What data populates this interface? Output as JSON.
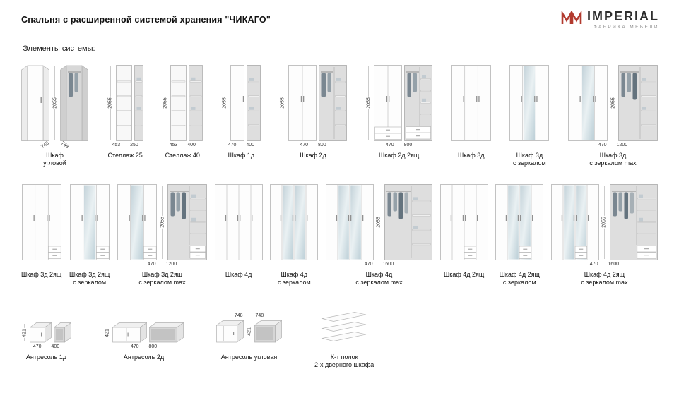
{
  "header": {
    "title": "Спальня с расширенной системой хранения \"ЧИКАГО\"",
    "brand": "IMPERIAL",
    "brand_tagline": "ФАБРИКА МЕБЕЛИ",
    "brand_color": "#b23a2f"
  },
  "section_title": "Элементы системы:",
  "rows": [
    {
      "name": "elements-row-1",
      "items": [
        {
          "label_lines": [
            "Шкаф",
            "угловой"
          ],
          "hpos": "mid",
          "dims": {
            "h": "2055",
            "bottom": [
              "748",
              "748"
            ],
            "bottom_rotated": true
          },
          "views": [
            {
              "kind": "corner",
              "open": false
            },
            {
              "kind": "corner",
              "open": true
            }
          ]
        },
        {
          "label_lines": [
            "Стеллаж 25"
          ],
          "hpos": "left",
          "dims": {
            "h": "2055",
            "bottom": [
              "453",
              "250"
            ]
          },
          "views": [
            {
              "kind": "shelfunit",
              "w": 23,
              "light": true
            },
            {
              "kind": "shelfunit",
              "w": 13
            }
          ]
        },
        {
          "label_lines": [
            "Стеллаж 40"
          ],
          "hpos": "left",
          "dims": {
            "h": "2055",
            "bottom": [
              "453",
              "400"
            ]
          },
          "views": [
            {
              "kind": "shelfunit",
              "w": 23,
              "light": true
            },
            {
              "kind": "shelfunit",
              "w": 20
            }
          ]
        },
        {
          "label_lines": [
            "Шкаф 1д"
          ],
          "hpos": "left",
          "dims": {
            "h": "2055",
            "bottom": [
              "470",
              "400"
            ]
          },
          "views": [
            {
              "kind": "closed",
              "w": 20,
              "doors": 1
            },
            {
              "kind": "open",
              "w": 20
            }
          ]
        },
        {
          "label_lines": [
            "Шкаф 2д"
          ],
          "hpos": "left",
          "dims": {
            "h": "2055",
            "bottom": [
              "470",
              "800"
            ]
          },
          "views": [
            {
              "kind": "closed",
              "w": 40,
              "doors": 2
            },
            {
              "kind": "open",
              "w": 40,
              "clothes": true
            }
          ]
        },
        {
          "label_lines": [
            "Шкаф 2д 2ящ"
          ],
          "hpos": "left",
          "dims": {
            "h": "2055",
            "bottom": [
              "470",
              "800"
            ]
          },
          "views": [
            {
              "kind": "closed",
              "w": 40,
              "doors": 2,
              "drawers": [
                0.04,
                0.96
              ]
            },
            {
              "kind": "open",
              "w": 40,
              "clothes": true,
              "drawers": [
                0.06,
                0.94
              ]
            }
          ]
        },
        {
          "label_lines": [
            "Шкаф 3д"
          ],
          "views": [
            {
              "kind": "closed",
              "w": 56,
              "doors": 3
            }
          ]
        },
        {
          "label_lines": [
            "Шкаф 3д",
            "с зеркалом"
          ],
          "views": [
            {
              "kind": "closed",
              "w": 56,
              "doors": 3,
              "mirrors": [
                2
              ]
            }
          ]
        },
        {
          "label_lines": [
            "Шкаф 3д",
            "с зеркалом max"
          ],
          "hpos": "mid",
          "dims": {
            "h": "2055",
            "bottom": [
              "470",
              "1200"
            ]
          },
          "views": [
            {
              "kind": "closed",
              "w": 56,
              "doors": 3,
              "mirrors": [
                2
              ]
            },
            {
              "kind": "open",
              "w": 56,
              "clothes": true
            }
          ]
        }
      ]
    },
    {
      "name": "elements-row-2",
      "items": [
        {
          "label_lines": [
            "Шкаф 3д 2ящ"
          ],
          "views": [
            {
              "kind": "closed",
              "w": 56,
              "doors": 3,
              "drawers": [
                0.667,
                0.985
              ]
            }
          ]
        },
        {
          "label_lines": [
            "Шкаф 3д 2ящ",
            "с зеркалом"
          ],
          "views": [
            {
              "kind": "closed",
              "w": 56,
              "doors": 3,
              "mirrors": [
                2
              ],
              "drawers": [
                0.667,
                0.985
              ]
            }
          ]
        },
        {
          "label_lines": [
            "Шкаф 3д 2ящ",
            "с зеркалом max"
          ],
          "hpos": "mid",
          "dims": {
            "h": "2055",
            "bottom": [
              "470",
              "1200"
            ]
          },
          "views": [
            {
              "kind": "closed",
              "w": 56,
              "doors": 3,
              "mirrors": [
                2
              ],
              "drawers": [
                0.667,
                0.985
              ]
            },
            {
              "kind": "open",
              "w": 56,
              "clothes": true,
              "drawers": [
                0.57,
                0.96
              ]
            }
          ]
        },
        {
          "label_lines": [
            "Шкаф 4д"
          ],
          "views": [
            {
              "kind": "closed",
              "w": 68,
              "doors": 4
            }
          ]
        },
        {
          "label_lines": [
            "Шкаф 4д",
            "с зеркалом"
          ],
          "views": [
            {
              "kind": "closed",
              "w": 68,
              "doors": 4,
              "mirrors": [
                2,
                3
              ]
            }
          ]
        },
        {
          "label_lines": [
            "Шкаф 4д",
            "с зеркалом max"
          ],
          "hpos": "mid",
          "dims": {
            "h": "2055",
            "bottom": [
              "470",
              "1600"
            ]
          },
          "views": [
            {
              "kind": "closed",
              "w": 68,
              "doors": 4,
              "mirrors": [
                2,
                3
              ]
            },
            {
              "kind": "open",
              "w": 68,
              "clothes": true
            }
          ]
        },
        {
          "label_lines": [
            "Шкаф 4д 2ящ"
          ],
          "views": [
            {
              "kind": "closed",
              "w": 68,
              "doors": 4,
              "drawers": [
                0.5,
                0.745
              ]
            }
          ]
        },
        {
          "label_lines": [
            "Шкаф 4д 2ящ",
            "с зеркалом"
          ],
          "views": [
            {
              "kind": "closed",
              "w": 68,
              "doors": 4,
              "mirrors": [
                2,
                3
              ],
              "drawers": [
                0.5,
                0.745
              ]
            }
          ]
        },
        {
          "label_lines": [
            "Шкаф 4д 2ящ",
            "с зеркалом max"
          ],
          "hpos": "mid",
          "dims": {
            "h": "2055",
            "bottom": [
              "470",
              "1600"
            ]
          },
          "views": [
            {
              "kind": "closed",
              "w": 68,
              "doors": 4,
              "mirrors": [
                2,
                3
              ],
              "drawers": [
                0.5,
                0.745
              ]
            },
            {
              "kind": "open",
              "w": 68,
              "clothes": true,
              "drawers": [
                0.57,
                0.96
              ]
            }
          ]
        }
      ]
    },
    {
      "name": "elements-row-3",
      "items": [
        {
          "label_lines": [
            "Антресоль 1д"
          ],
          "hpos": "left",
          "dims": {
            "h": "421",
            "bottom": [
              "470",
              "400"
            ]
          },
          "views": [
            {
              "kind": "box",
              "w": 22,
              "doors": 1
            },
            {
              "kind": "box",
              "w": 16,
              "open": true
            }
          ]
        },
        {
          "label_lines": [
            "Антресоль 2д"
          ],
          "hpos": "left",
          "dims": {
            "h": "421",
            "bottom": [
              "470",
              "800"
            ]
          },
          "views": [
            {
              "kind": "box",
              "w": 40,
              "doors": 2
            },
            {
              "kind": "box",
              "w": 40,
              "open": true
            }
          ]
        },
        {
          "label_lines": [
            "Антресоль угловая"
          ],
          "hpos": "mid",
          "dims": {
            "h": "421",
            "top": [
              "748",
              "748"
            ]
          },
          "views": [
            {
              "kind": "box",
              "w": 30,
              "doors": 1,
              "corner": true
            },
            {
              "kind": "box",
              "w": 30,
              "open": true,
              "corner": true
            }
          ]
        },
        {
          "label_lines": [
            "К-т полок",
            "2-х дверного шкафа"
          ],
          "views": [
            {
              "kind": "shelfset"
            }
          ]
        }
      ]
    }
  ]
}
